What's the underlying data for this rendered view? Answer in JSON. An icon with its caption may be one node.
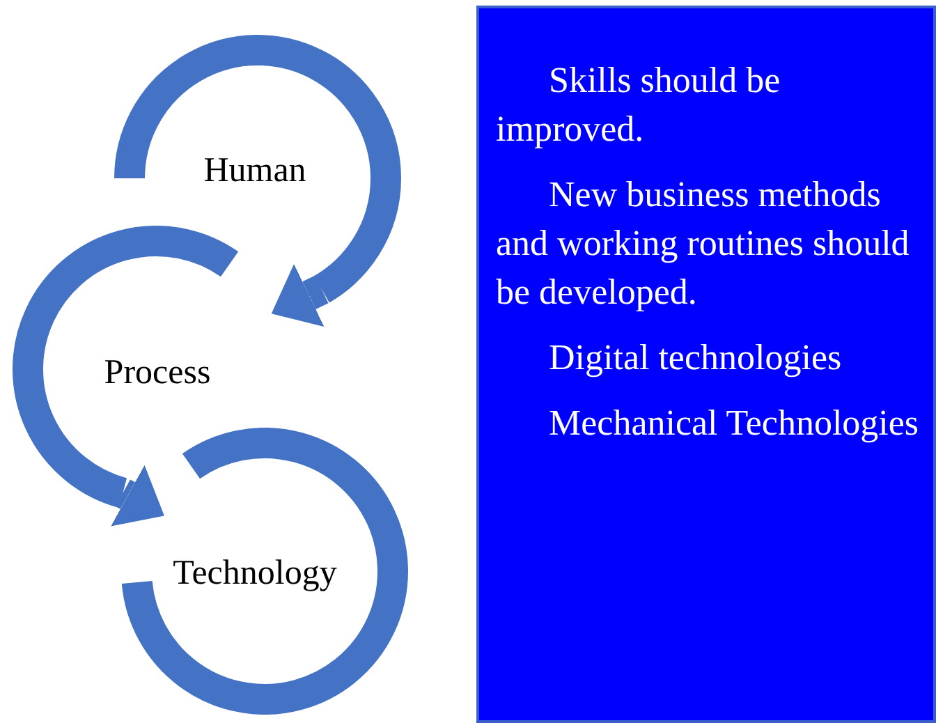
{
  "diagram": {
    "nodes": [
      {
        "text": [
          "Human"
        ]
      },
      {
        "text": [
          "Process"
        ]
      },
      {
        "text": [
          "Technology"
        ]
      },
      {
        "text": [
          "Skills should be improved.",
          "New business methods and working routines should be developed.",
          "Digital technologies",
          "Mechanical Technologies"
        ]
      }
    ],
    "edges": [
      {
        "from": 0,
        "to": 1,
        "arrow": "to"
      },
      {
        "from": 1,
        "to": 2,
        "arrow": "to"
      }
    ]
  }
}
